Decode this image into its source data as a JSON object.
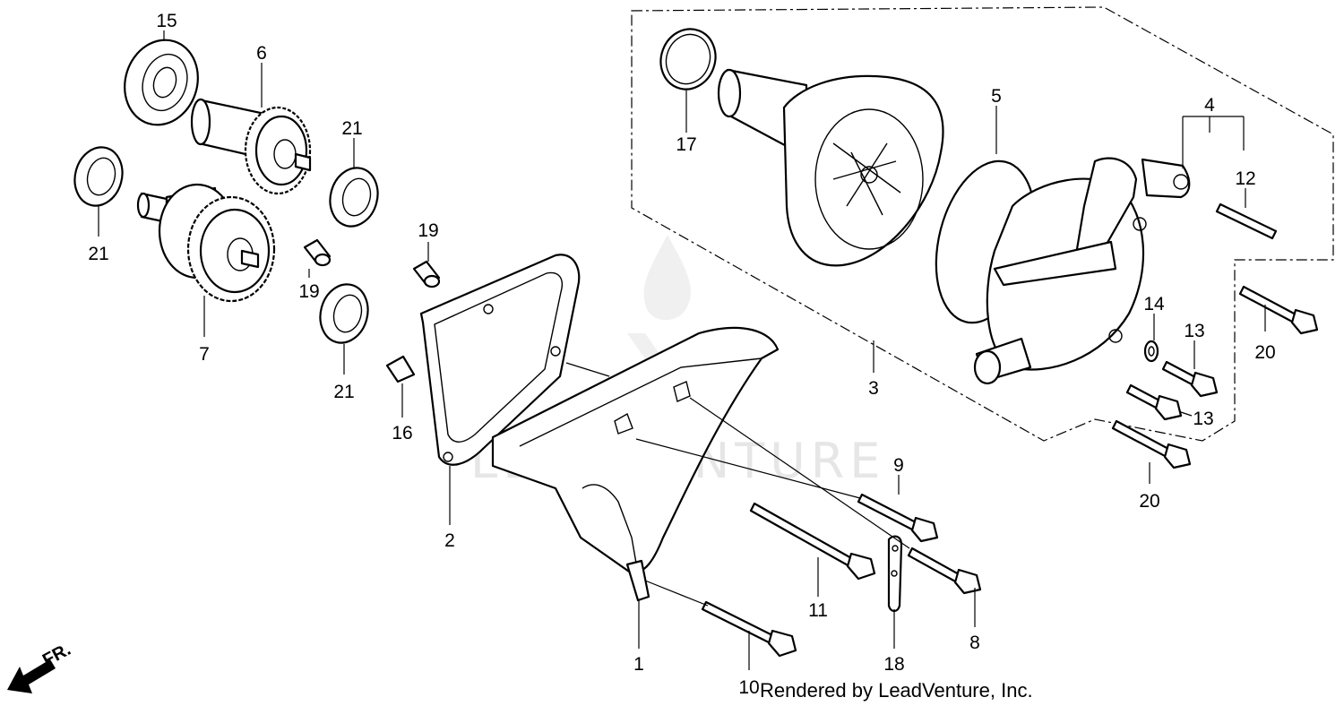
{
  "watermark": "LEADVENTURE",
  "credit": "Rendered by LeadVenture, Inc.",
  "direction_label": "FR.",
  "callouts": [
    "15",
    "6",
    "21",
    "21",
    "7",
    "19",
    "19",
    "21",
    "16",
    "17",
    "5",
    "4",
    "12",
    "3",
    "14",
    "13",
    "13",
    "20",
    "20",
    "2",
    "9",
    "11",
    "1",
    "10",
    "18",
    "8"
  ]
}
